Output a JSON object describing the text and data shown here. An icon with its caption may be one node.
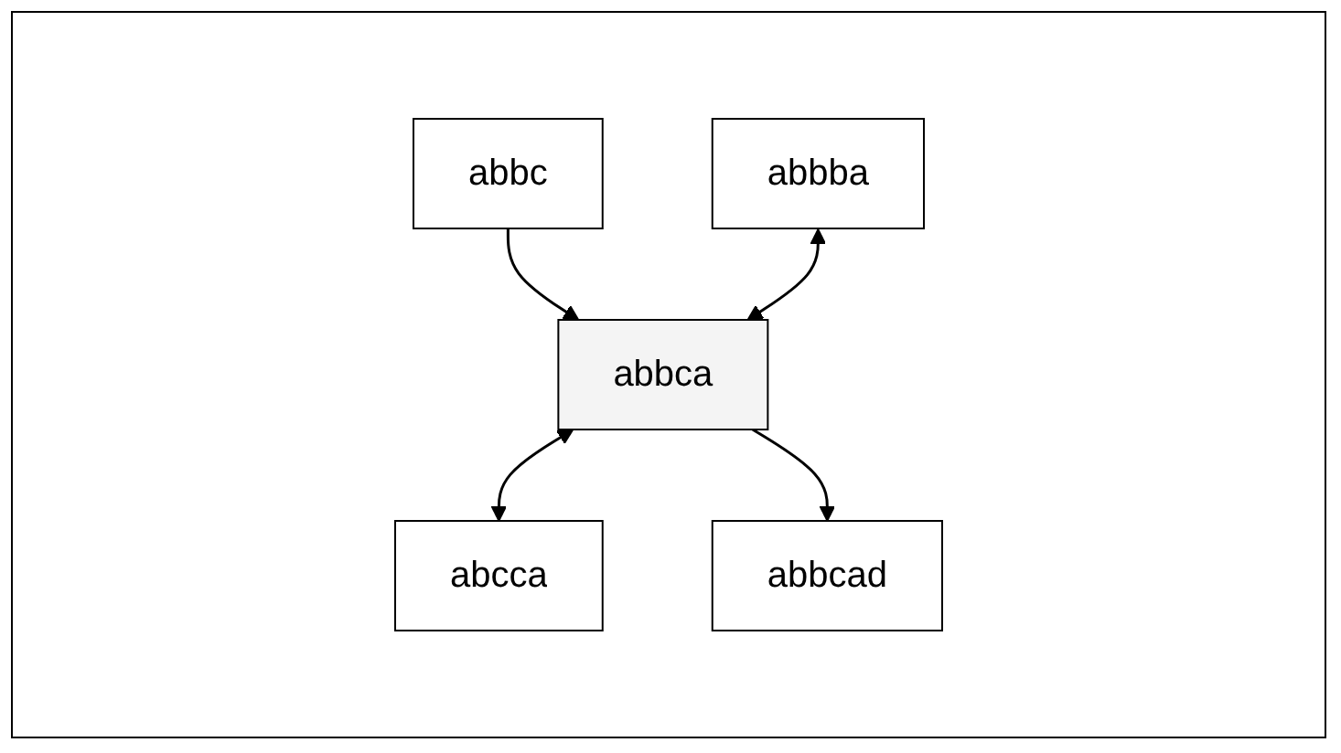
{
  "diagram": {
    "nodes": [
      {
        "text": [
          "abbc"
        ]
      },
      {
        "text": [
          "abbba"
        ]
      },
      {
        "text": [
          "abbca"
        ]
      },
      {
        "text": [
          "abcca"
        ]
      },
      {
        "text": [
          "abbcad"
        ]
      }
    ],
    "edges": [
      {
        "from": 0,
        "to": 2,
        "arrow": "to"
      },
      {
        "from": 1,
        "to": 2,
        "arrow": "both"
      },
      {
        "from": 2,
        "to": 3,
        "arrow": "both"
      },
      {
        "from": 2,
        "to": 4,
        "arrow": "to"
      }
    ]
  }
}
